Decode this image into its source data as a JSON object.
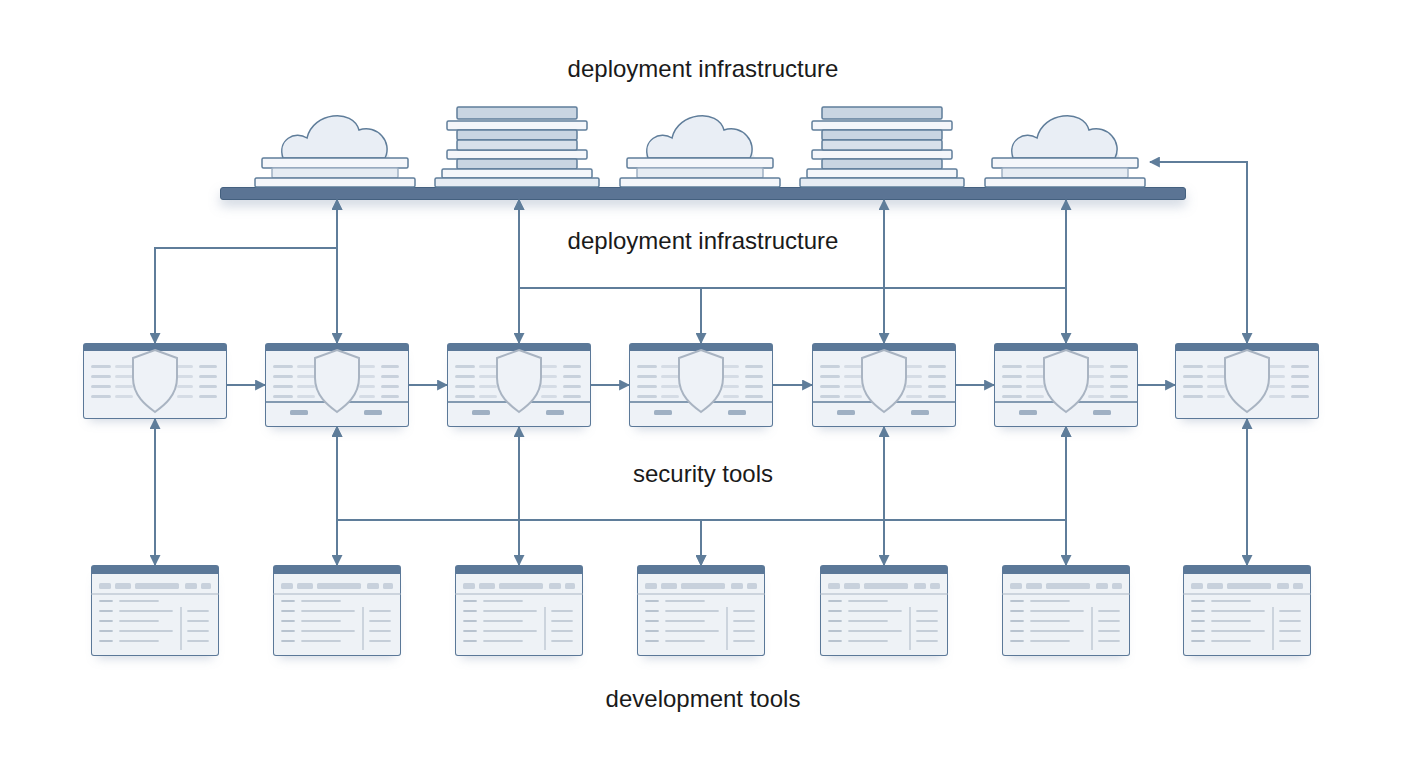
{
  "diagram": {
    "title": "deployment infrastructure",
    "nodes": [
      {
        "text": []
      },
      {
        "text": []
      },
      {
        "text": []
      },
      {
        "text": []
      },
      {
        "text": []
      },
      {
        "text": []
      },
      {
        "text": []
      },
      {
        "text": []
      },
      {
        "text": []
      },
      {
        "text": []
      },
      {
        "text": []
      },
      {
        "text": []
      },
      {
        "text": []
      },
      {
        "text": []
      },
      {
        "text": []
      },
      {
        "text": []
      },
      {
        "text": []
      },
      {
        "text": []
      },
      {
        "text": []
      },
      {
        "text": []
      }
    ],
    "edges": [
      {
        "from": 6,
        "to": 7,
        "arrow": "to"
      },
      {
        "from": 7,
        "to": 8,
        "arrow": "to"
      },
      {
        "from": 8,
        "to": 9,
        "arrow": "to"
      },
      {
        "from": 9,
        "to": 10,
        "arrow": "to"
      },
      {
        "from": 10,
        "to": 11,
        "arrow": "to"
      },
      {
        "from": 11,
        "to": 12,
        "arrow": "to"
      },
      {
        "from": 6,
        "to": 5,
        "arrow": "both"
      },
      {
        "from": 7,
        "to": 5,
        "arrow": "both"
      },
      {
        "from": 8,
        "to": 5,
        "arrow": "both"
      },
      {
        "from": 9,
        "to": 5,
        "arrow": "both"
      },
      {
        "from": 10,
        "to": 5,
        "arrow": "both"
      },
      {
        "from": 11,
        "to": 5,
        "arrow": "both"
      },
      {
        "from": 12,
        "to": 4,
        "arrow": "both"
      },
      {
        "from": 6,
        "to": 13,
        "arrow": "both"
      },
      {
        "from": 7,
        "to": 14,
        "arrow": "both"
      },
      {
        "from": 8,
        "to": 15,
        "arrow": "both"
      },
      {
        "from": 10,
        "to": 17,
        "arrow": "both"
      },
      {
        "from": 11,
        "to": 18,
        "arrow": "both"
      },
      {
        "from": 12,
        "to": 19,
        "arrow": "both"
      },
      {
        "from": 7,
        "to": 16,
        "arrow": "both"
      },
      {
        "from": 11,
        "to": 16,
        "arrow": "both"
      }
    ],
    "labels": [
      "deployment infrastructure",
      "security tools",
      "development tools"
    ]
  }
}
